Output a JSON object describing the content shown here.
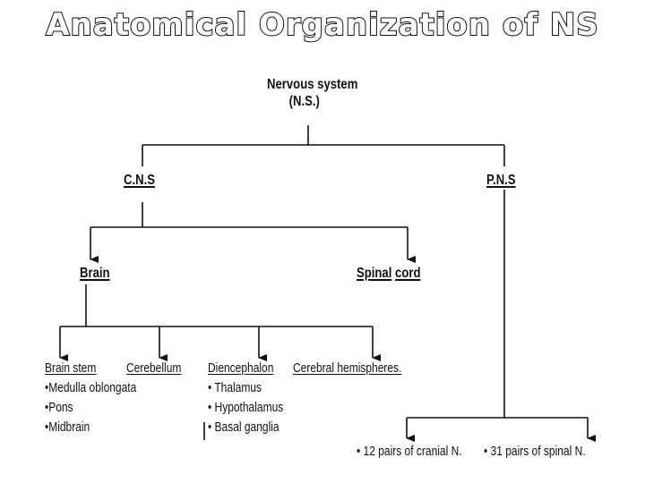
{
  "title": "Anatomical Organization of NS",
  "root": {
    "line1": "Nervous system",
    "line2": "(N.S.)"
  },
  "cns": "C.N.S",
  "pns": "P.N.S",
  "brain": "Brain",
  "spinal_cord": {
    "word1": "Spinal",
    "word2": "cord"
  },
  "brain_parts": [
    {
      "heading": "Brain stem",
      "items": [
        "•Medulla oblongata",
        "•Pons",
        "•Midbrain"
      ]
    },
    {
      "heading": "Cerebellum",
      "items": []
    },
    {
      "heading": "Diencephalon",
      "items": [
        "• Thalamus",
        "• Hypothalamus",
        "• Basal ganglia"
      ]
    },
    {
      "heading": "Cerebral hemispheres.",
      "items": []
    }
  ],
  "pns_parts": [
    "• 12 pairs of cranial N.",
    "• 31 pairs of spinal N."
  ]
}
